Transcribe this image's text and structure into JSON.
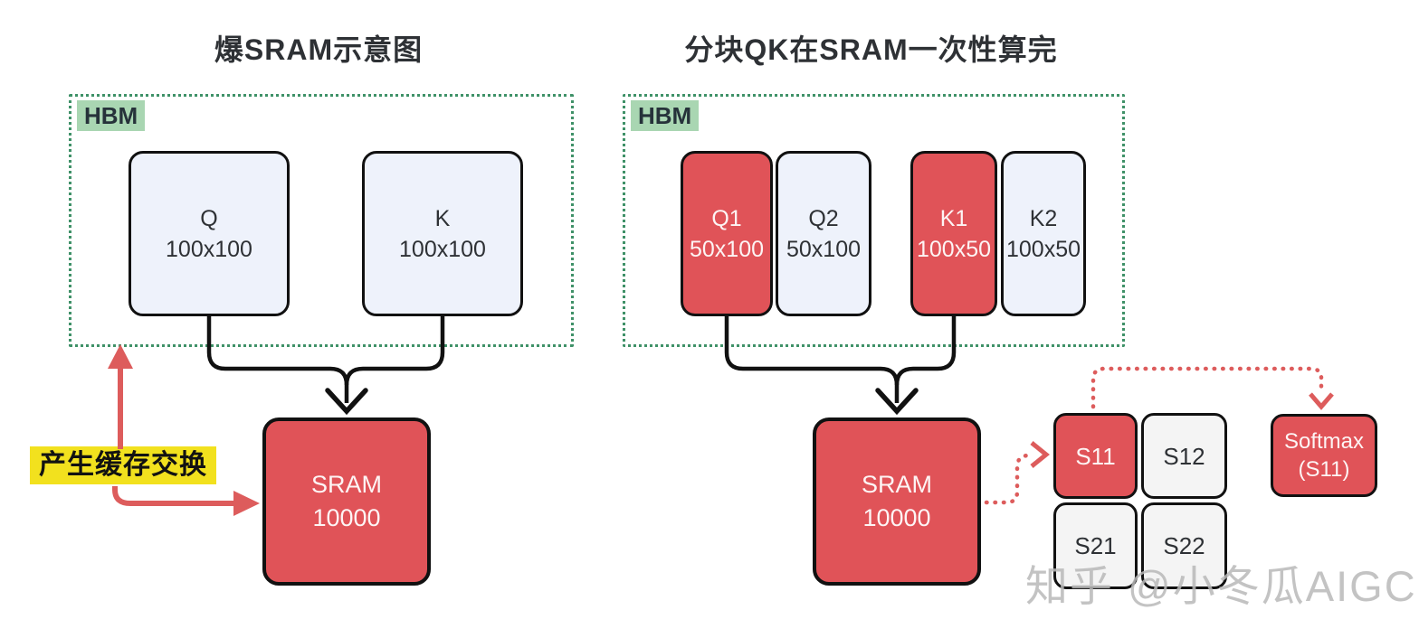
{
  "left_diagram": {
    "title": "爆SRAM示意图",
    "hbm_label": "HBM",
    "boxes": [
      {
        "label": "Q",
        "size": "100x100"
      },
      {
        "label": "K",
        "size": "100x100"
      }
    ],
    "sram": {
      "label": "SRAM",
      "size": "10000"
    },
    "annotation": "产生缓存交换"
  },
  "right_diagram": {
    "title": "分块QK在SRAM一次性算完",
    "hbm_label": "HBM",
    "boxes": [
      {
        "label": "Q1",
        "size": "50x100",
        "highlighted": true
      },
      {
        "label": "Q2",
        "size": "50x100",
        "highlighted": false
      },
      {
        "label": "K1",
        "size": "100x50",
        "highlighted": true
      },
      {
        "label": "K2",
        "size": "100x50",
        "highlighted": false
      }
    ],
    "sram": {
      "label": "SRAM",
      "size": "10000"
    },
    "score_grid": [
      {
        "label": "S11",
        "highlighted": true
      },
      {
        "label": "S12",
        "highlighted": false
      },
      {
        "label": "S21",
        "highlighted": false
      },
      {
        "label": "S22",
        "highlighted": false
      }
    ],
    "softmax": {
      "line1": "Softmax",
      "line2": "(S11)"
    }
  },
  "watermark": "知乎 @小冬瓜AIGC",
  "colors": {
    "highlight_red": "#e05358",
    "light_blue_box": "#eef2fb",
    "light_gray_box": "#f4f4f4",
    "hbm_label_green": "#a9d6b2",
    "hbm_border_green": "#3f9168",
    "annotation_yellow": "#f2e11e",
    "arrow_red": "#dd5c5c",
    "outline_black": "#111111"
  }
}
